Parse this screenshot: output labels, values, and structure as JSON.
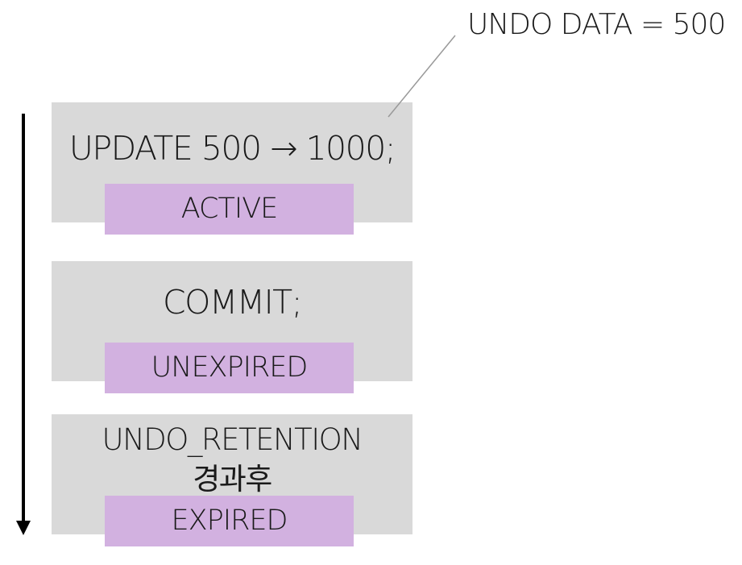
{
  "callout": {
    "label": "UNDO DATA = 500"
  },
  "steps": [
    {
      "statement": "UPDATE 500 → 1000;",
      "state": "ACTIVE"
    },
    {
      "statement": "COMMIT;",
      "state": "UNEXPIRED"
    },
    {
      "statement_line1": "UNDO_RETENTION",
      "statement_line2": "경과후",
      "state": "EXPIRED"
    }
  ],
  "colors": {
    "box_fill": "#d9d9d9",
    "tag_fill": "#d2b1e0",
    "arrow": "#000000",
    "callout_line": "#999999"
  },
  "icons": {
    "timeline": "down-arrow-icon"
  }
}
